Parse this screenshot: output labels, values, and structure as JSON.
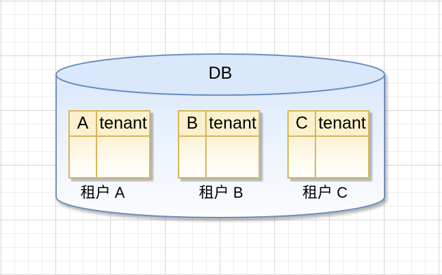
{
  "diagram": {
    "database_label": "DB",
    "tables": [
      {
        "key": "A",
        "field": "tenant",
        "caption": "租户 A"
      },
      {
        "key": "B",
        "field": "tenant",
        "caption": "租户 B"
      },
      {
        "key": "C",
        "field": "tenant",
        "caption": "租户 C"
      }
    ],
    "colors": {
      "db_fill": "#dae8fc",
      "db_stroke": "#6c8ebf",
      "table_fill": "#fff2cc",
      "table_stroke": "#d6b656",
      "text": "#000000"
    }
  }
}
